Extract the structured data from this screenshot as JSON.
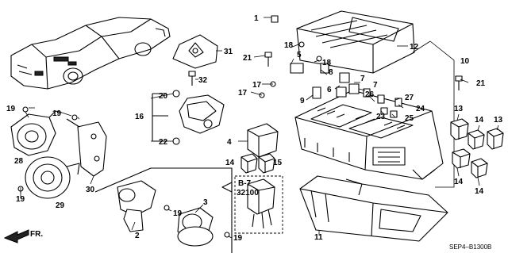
{
  "diagram": {
    "callouts": [
      "1",
      "2",
      "3",
      "4",
      "5",
      "6",
      "7",
      "8",
      "9",
      "10",
      "11",
      "12",
      "13",
      "14",
      "15",
      "16",
      "17",
      "18",
      "19",
      "20",
      "21",
      "22",
      "23",
      "24",
      "25",
      "26",
      "27",
      "28",
      "29",
      "30",
      "31",
      "32"
    ],
    "reference": {
      "section": "B-7",
      "part_number": "32100"
    },
    "direction_label": "FR.",
    "diagram_code": "SEP4–B1300B"
  }
}
